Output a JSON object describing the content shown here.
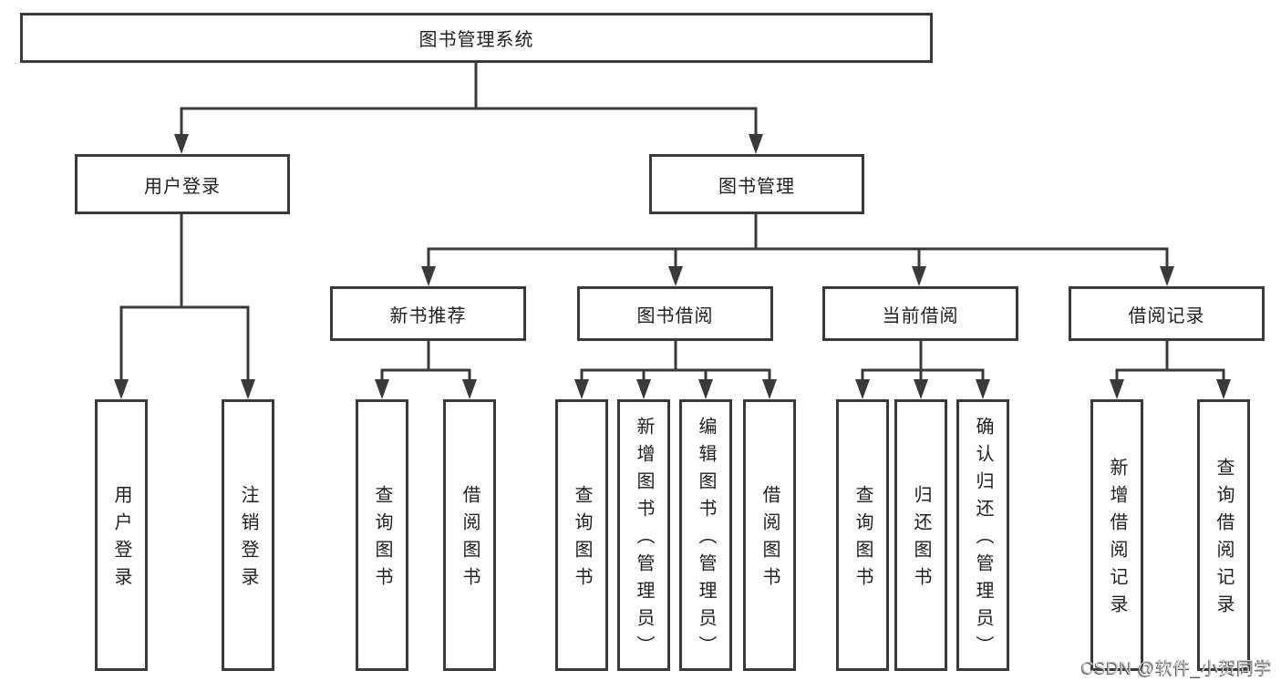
{
  "tree": {
    "root": "图书管理系统",
    "branches": [
      {
        "label": "用户登录",
        "children": [
          {
            "label": "用户登录"
          },
          {
            "label": "注销登录"
          }
        ]
      },
      {
        "label": "图书管理",
        "children": [
          {
            "label": "新书推荐",
            "children": [
              {
                "label": "查询图书"
              },
              {
                "label": "借阅图书"
              }
            ]
          },
          {
            "label": "图书借阅",
            "children": [
              {
                "label": "查询图书"
              },
              {
                "label": "新增图书（管理员）"
              },
              {
                "label": "编辑图书（管理员）"
              },
              {
                "label": "借阅图书"
              }
            ]
          },
          {
            "label": "当前借阅",
            "children": [
              {
                "label": "查询图书"
              },
              {
                "label": "归还图书"
              },
              {
                "label": "确认归还（管理员）"
              }
            ]
          },
          {
            "label": "借阅记录",
            "children": [
              {
                "label": "新增借阅记录"
              },
              {
                "label": "查询借阅记录"
              }
            ]
          }
        ]
      }
    ]
  },
  "watermark": "CSDN @软件_小贺同学",
  "colors": {
    "line": "#3a3a3a",
    "text": "#1f1f1f",
    "background": "#ffffff",
    "watermark": "#c8c8c8",
    "watermark-shadow": "#555555"
  }
}
